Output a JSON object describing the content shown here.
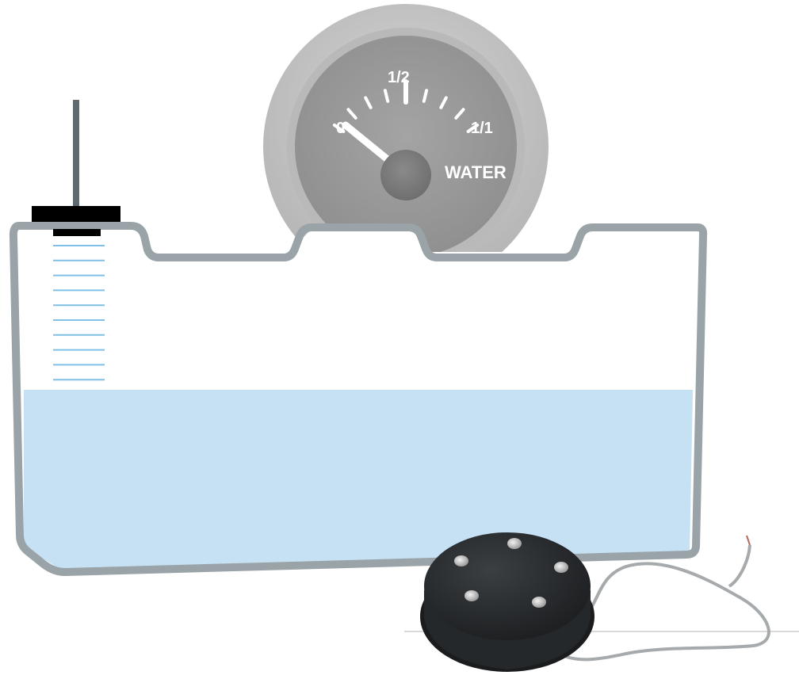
{
  "gauge": {
    "labels": {
      "empty": "0",
      "half": "1/2",
      "full": "1/1",
      "title": "WATER"
    },
    "needle_fraction": 0.0,
    "face_color": "#9b9b9b",
    "bezel_color": "#c8c8c8"
  },
  "tank": {
    "water_fraction": 0.52,
    "water_color": "#c5e1f3",
    "outline_color": "#9aa3a8",
    "scale_tick_count": 10,
    "scale_tick_color": "#7ec0e6"
  },
  "probe": {
    "rod_color": "#5e6a70",
    "flange_color": "#000000"
  },
  "sensor": {
    "body_color": "#2b2e30",
    "screw_count": 5,
    "cable_color": "#a7aaac"
  }
}
